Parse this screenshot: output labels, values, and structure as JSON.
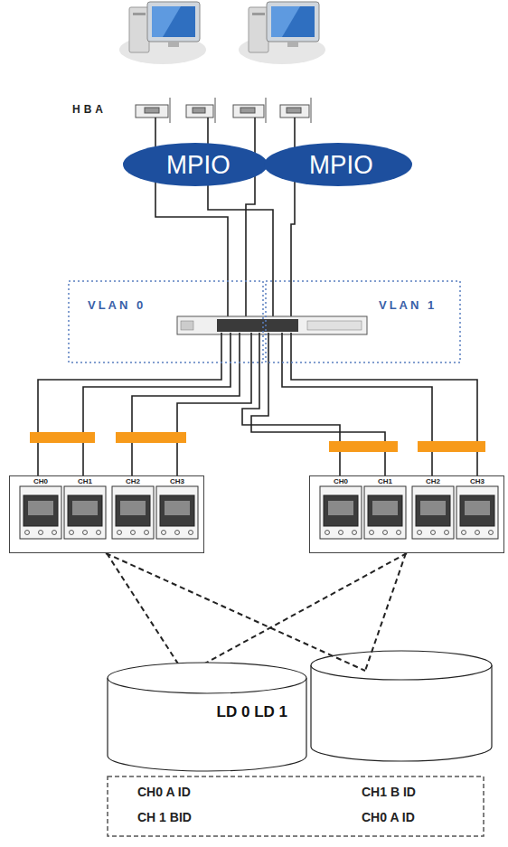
{
  "diagram": {
    "nodes": [
      {
        "text": [
          "MPIO"
        ]
      },
      {
        "text": [
          "MPIO"
        ]
      },
      {
        "text": [
          "VLAN 0"
        ]
      },
      {
        "text": [
          "VLAN 1"
        ]
      },
      {
        "text": [
          "CH0",
          "CH1",
          "CH2",
          "CH3"
        ]
      },
      {
        "text": [
          "CH0",
          "CH1",
          "CH2",
          "CH3"
        ]
      },
      {
        "text": [
          "LD 0 LD 1"
        ]
      },
      {
        "text": [
          "CH0 A ID",
          "CH 1 BID",
          "CH1 B ID",
          "CH0 A ID"
        ]
      }
    ],
    "edges": [
      {
        "from": 4,
        "to": 6,
        "arrow": "none"
      },
      {
        "from": 5,
        "to": 6,
        "arrow": "none"
      }
    ],
    "labels": [
      "HBA"
    ]
  }
}
